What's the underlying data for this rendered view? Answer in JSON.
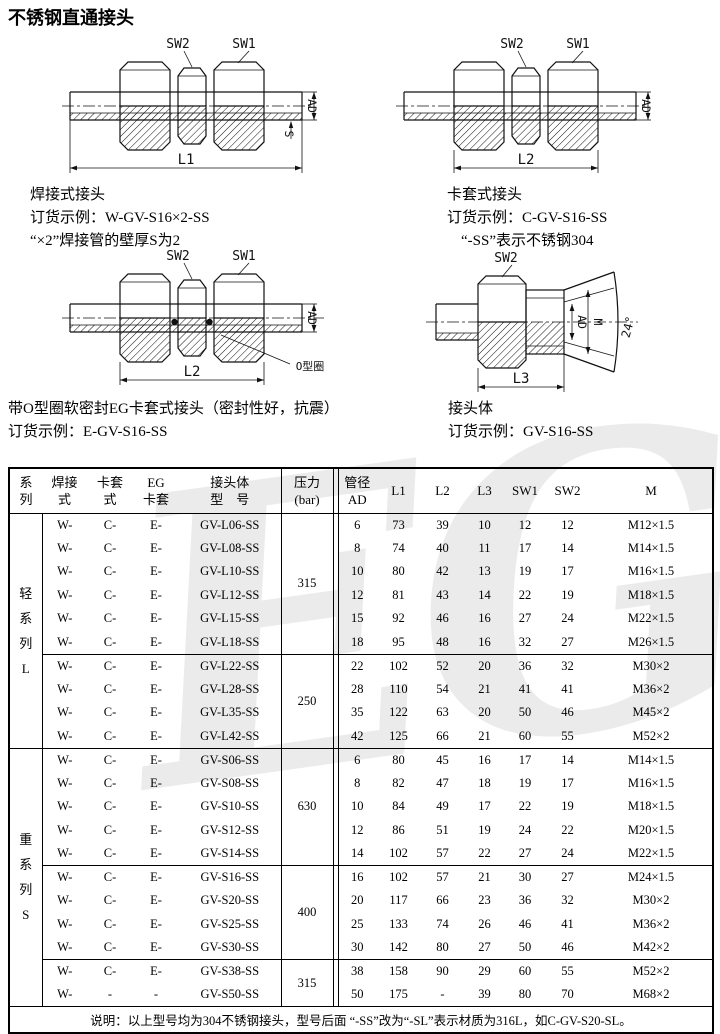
{
  "page": {
    "title": "不锈钢直通接头"
  },
  "watermark": "EG",
  "figures": [
    {
      "caption": "焊接式接头",
      "order": "订货示例：W-GV-S16×2-SS",
      "note": "“×2”焊接管的壁厚S为2",
      "labels": {
        "sw1": "SW1",
        "sw2": "SW2",
        "ad": "AD",
        "s": "S",
        "dim": "L1"
      }
    },
    {
      "caption": "卡套式接头",
      "order": "订货示例：C-GV-S16-SS",
      "note": "“-SS”表示不锈钢304",
      "labels": {
        "sw1": "SW1",
        "sw2": "SW2",
        "ad": "AD",
        "dim": "L2"
      }
    },
    {
      "caption": "带O型圈软密封EG卡套式接头（密封性好，抗震）",
      "order": "订货示例：E-GV-S16-SS",
      "note": "",
      "labels": {
        "sw1": "SW1",
        "sw2": "SW2",
        "ad": "AD",
        "dim": "L2",
        "oring": "O型圈"
      }
    },
    {
      "caption": "接头体",
      "order": "订货示例：GV-S16-SS",
      "note": "",
      "labels": {
        "sw2": "SW2",
        "ad": "AD",
        "m": "M",
        "angle": "24°",
        "dim": "L3"
      }
    }
  ],
  "table": {
    "headers": {
      "series": "系\n列",
      "weld": "焊接\n式",
      "clamp": "卡套\n式",
      "eg": "EG\n卡套",
      "model": "接头体\n型　号",
      "pressure": "压力\n(bar)",
      "ad": "管径\nAD",
      "l1": "L1",
      "l2": "L2",
      "l3": "L3",
      "sw1": "SW1",
      "sw2": "SW2",
      "m": "M"
    },
    "series": [
      {
        "label": "轻\n系\n列\nL",
        "rows": 10
      },
      {
        "label": "重\n系\n列\nS",
        "rows": 11
      }
    ],
    "pressure_groups": [
      {
        "value": "315",
        "rows": 6
      },
      {
        "value": "250",
        "rows": 4
      },
      {
        "value": "630",
        "rows": 5
      },
      {
        "value": "400",
        "rows": 4
      },
      {
        "value": "315",
        "rows": 2
      }
    ],
    "rows": [
      {
        "weld": "W-",
        "clamp": "C-",
        "eg": "E-",
        "model": "GV-L06-SS",
        "ad": "6",
        "l1": "73",
        "l2": "39",
        "l3": "10",
        "sw1": "12",
        "sw2": "12",
        "m": "M12×1.5"
      },
      {
        "weld": "W-",
        "clamp": "C-",
        "eg": "E-",
        "model": "GV-L08-SS",
        "ad": "8",
        "l1": "74",
        "l2": "40",
        "l3": "11",
        "sw1": "17",
        "sw2": "14",
        "m": "M14×1.5"
      },
      {
        "weld": "W-",
        "clamp": "C-",
        "eg": "E-",
        "model": "GV-L10-SS",
        "ad": "10",
        "l1": "80",
        "l2": "42",
        "l3": "13",
        "sw1": "19",
        "sw2": "17",
        "m": "M16×1.5"
      },
      {
        "weld": "W-",
        "clamp": "C-",
        "eg": "E-",
        "model": "GV-L12-SS",
        "ad": "12",
        "l1": "81",
        "l2": "43",
        "l3": "14",
        "sw1": "22",
        "sw2": "19",
        "m": "M18×1.5"
      },
      {
        "weld": "W-",
        "clamp": "C-",
        "eg": "E-",
        "model": "GV-L15-SS",
        "ad": "15",
        "l1": "92",
        "l2": "46",
        "l3": "16",
        "sw1": "27",
        "sw2": "24",
        "m": "M22×1.5"
      },
      {
        "weld": "W-",
        "clamp": "C-",
        "eg": "E-",
        "model": "GV-L18-SS",
        "ad": "18",
        "l1": "95",
        "l2": "48",
        "l3": "16",
        "sw1": "32",
        "sw2": "27",
        "m": "M26×1.5"
      },
      {
        "weld": "W-",
        "clamp": "C-",
        "eg": "E-",
        "model": "GV-L22-SS",
        "ad": "22",
        "l1": "102",
        "l2": "52",
        "l3": "20",
        "sw1": "36",
        "sw2": "32",
        "m": "M30×2"
      },
      {
        "weld": "W-",
        "clamp": "C-",
        "eg": "E-",
        "model": "GV-L28-SS",
        "ad": "28",
        "l1": "110",
        "l2": "54",
        "l3": "21",
        "sw1": "41",
        "sw2": "41",
        "m": "M36×2"
      },
      {
        "weld": "W-",
        "clamp": "C-",
        "eg": "E-",
        "model": "GV-L35-SS",
        "ad": "35",
        "l1": "122",
        "l2": "63",
        "l3": "20",
        "sw1": "50",
        "sw2": "46",
        "m": "M45×2"
      },
      {
        "weld": "W-",
        "clamp": "C-",
        "eg": "E-",
        "model": "GV-L42-SS",
        "ad": "42",
        "l1": "125",
        "l2": "66",
        "l3": "21",
        "sw1": "60",
        "sw2": "55",
        "m": "M52×2"
      },
      {
        "weld": "W-",
        "clamp": "C-",
        "eg": "E-",
        "model": "GV-S06-SS",
        "ad": "6",
        "l1": "80",
        "l2": "45",
        "l3": "16",
        "sw1": "17",
        "sw2": "14",
        "m": "M14×1.5"
      },
      {
        "weld": "W-",
        "clamp": "C-",
        "eg": "E-",
        "model": "GV-S08-SS",
        "ad": "8",
        "l1": "82",
        "l2": "47",
        "l3": "18",
        "sw1": "19",
        "sw2": "17",
        "m": "M16×1.5"
      },
      {
        "weld": "W-",
        "clamp": "C-",
        "eg": "E-",
        "model": "GV-S10-SS",
        "ad": "10",
        "l1": "84",
        "l2": "49",
        "l3": "17",
        "sw1": "22",
        "sw2": "19",
        "m": "M18×1.5"
      },
      {
        "weld": "W-",
        "clamp": "C-",
        "eg": "E-",
        "model": "GV-S12-SS",
        "ad": "12",
        "l1": "86",
        "l2": "51",
        "l3": "19",
        "sw1": "24",
        "sw2": "22",
        "m": "M20×1.5"
      },
      {
        "weld": "W-",
        "clamp": "C-",
        "eg": "E-",
        "model": "GV-S14-SS",
        "ad": "14",
        "l1": "102",
        "l2": "57",
        "l3": "22",
        "sw1": "27",
        "sw2": "24",
        "m": "M22×1.5"
      },
      {
        "weld": "W-",
        "clamp": "C-",
        "eg": "E-",
        "model": "GV-S16-SS",
        "ad": "16",
        "l1": "102",
        "l2": "57",
        "l3": "21",
        "sw1": "30",
        "sw2": "27",
        "m": "M24×1.5"
      },
      {
        "weld": "W-",
        "clamp": "C-",
        "eg": "E-",
        "model": "GV-S20-SS",
        "ad": "20",
        "l1": "117",
        "l2": "66",
        "l3": "23",
        "sw1": "36",
        "sw2": "32",
        "m": "M30×2"
      },
      {
        "weld": "W-",
        "clamp": "C-",
        "eg": "E-",
        "model": "GV-S25-SS",
        "ad": "25",
        "l1": "133",
        "l2": "74",
        "l3": "26",
        "sw1": "46",
        "sw2": "41",
        "m": "M36×2"
      },
      {
        "weld": "W-",
        "clamp": "C-",
        "eg": "E-",
        "model": "GV-S30-SS",
        "ad": "30",
        "l1": "142",
        "l2": "80",
        "l3": "27",
        "sw1": "50",
        "sw2": "46",
        "m": "M42×2"
      },
      {
        "weld": "W-",
        "clamp": "C-",
        "eg": "E-",
        "model": "GV-S38-SS",
        "ad": "38",
        "l1": "158",
        "l2": "90",
        "l3": "29",
        "sw1": "60",
        "sw2": "55",
        "m": "M52×2"
      },
      {
        "weld": "W-",
        "clamp": "-",
        "eg": "-",
        "model": "GV-S50-SS",
        "ad": "50",
        "l1": "175",
        "l2": "-",
        "l3": "39",
        "sw1": "80",
        "sw2": "70",
        "m": "M68×2"
      }
    ],
    "note": "说明：以上型号均为304不锈钢接头，型号后面 “-SS”改为“-SL”表示材质为316L，如C-GV-S20-SL。"
  }
}
